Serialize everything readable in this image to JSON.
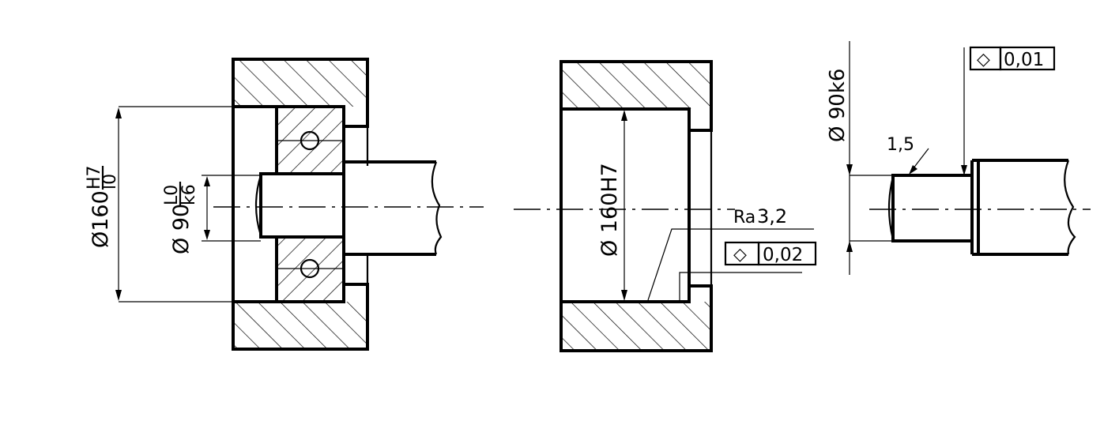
{
  "assembly": {
    "bore_dim": "Ø160",
    "bore_fit_upper": "H7",
    "bore_fit_lower": "l0",
    "shaft_dim": "Ø 90",
    "shaft_fit_upper": "L0",
    "shaft_fit_lower": "k6"
  },
  "housing": {
    "bore_dim": "Ø 160H7",
    "roughness_symbol": "Ra",
    "roughness_value": "3,2",
    "tolerance_symbol": "◇",
    "tolerance_value": "0,02"
  },
  "shaft": {
    "diameter_dim": "Ø 90k6",
    "chamfer_label": "1,5",
    "tolerance_symbol": "◇",
    "tolerance_value": "0,01"
  }
}
